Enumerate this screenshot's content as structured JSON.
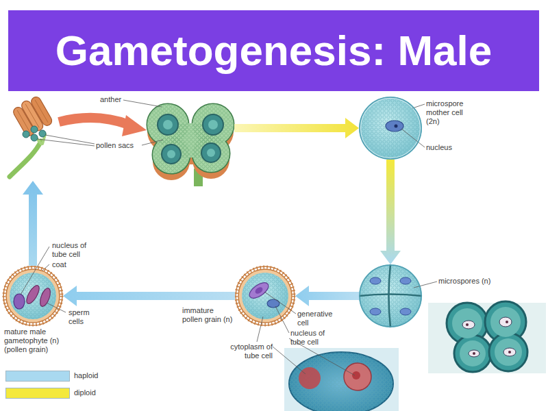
{
  "diagram": {
    "title": "Gametogenesis: Male",
    "nodes": [
      {
        "text": [
          "anther",
          "pollen sacs"
        ]
      },
      {
        "text": [
          "microspore mother cell (2n)",
          "nucleus"
        ]
      },
      {
        "text": [
          "microspores (n)"
        ]
      },
      {
        "text": [
          "immature pollen grain (n)",
          "generative cell",
          "nucleus of tube cell",
          "cytoplasm of tube cell"
        ]
      },
      {
        "text": [
          "nucleus of tube cell",
          "coat",
          "sperm cells",
          "mature male gametophyte (n) (pollen grain)"
        ]
      }
    ],
    "edges": [
      {
        "from": 0,
        "to": 1,
        "arrow": "to"
      },
      {
        "from": 1,
        "to": 2,
        "arrow": "to"
      },
      {
        "from": 2,
        "to": 3,
        "arrow": "to"
      },
      {
        "from": 3,
        "to": 4,
        "arrow": "to"
      },
      {
        "from": 4,
        "to": 0,
        "arrow": "to"
      }
    ],
    "legend": [
      {
        "text": "haploid",
        "color": "#a9d9f0"
      },
      {
        "text": "diploid",
        "color": "#f4e93c"
      }
    ]
  }
}
